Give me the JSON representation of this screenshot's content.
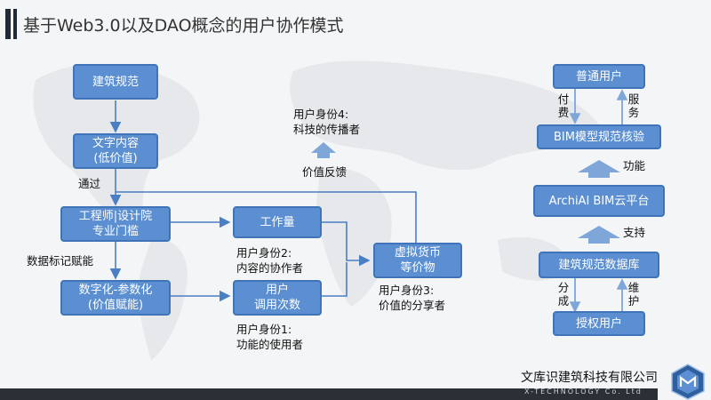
{
  "title": "基于Web3.0以及DAO概念的用户协作模式",
  "left_flow": {
    "nodes": {
      "building_code": "建筑规范",
      "text_content": [
        "文字内容",
        "(低价值)"
      ],
      "engineer_threshold": [
        "工程师|设计院",
        "专业门槛"
      ],
      "digitize": [
        "数字化-参数化",
        "(价值赋能)"
      ],
      "workload": "工作量",
      "user_calls": [
        "用户",
        "调用次数"
      ],
      "virtual_currency": [
        "虚拟货币",
        "等价物"
      ]
    },
    "edge_labels": {
      "pass": "通过",
      "data_labeling": "数据标记赋能",
      "value_feedback": "价值反馈"
    },
    "identities": {
      "id1": [
        "用户身份1:",
        "功能的使用者"
      ],
      "id2": [
        "用户身份2:",
        "内容的协作者"
      ],
      "id3": [
        "用户身份3:",
        "价值的分享者"
      ],
      "id4": [
        "用户身份4:",
        "科技的传播者"
      ]
    }
  },
  "right_flow": {
    "nodes": {
      "regular_user": "普通用户",
      "bim_check": "BIM模型规范核验",
      "platform": "ArchiAI BIM云平台",
      "code_db": "建筑规范数据库",
      "authorized_user": "授权用户"
    },
    "labels": {
      "pay": "付费",
      "service": "服务",
      "function": "功能",
      "support": "支持",
      "share": "分成",
      "maintain": "维护"
    }
  },
  "footer": {
    "company": "文库识建筑科技有限公司",
    "subtitle": "X-TECHNOLOGY Co. Ltd"
  },
  "colors": {
    "box_fill": "#5b8fd1",
    "box_border": "#3f74b8",
    "arrow": "#7fa6d8",
    "line": "#4a7fc4"
  }
}
